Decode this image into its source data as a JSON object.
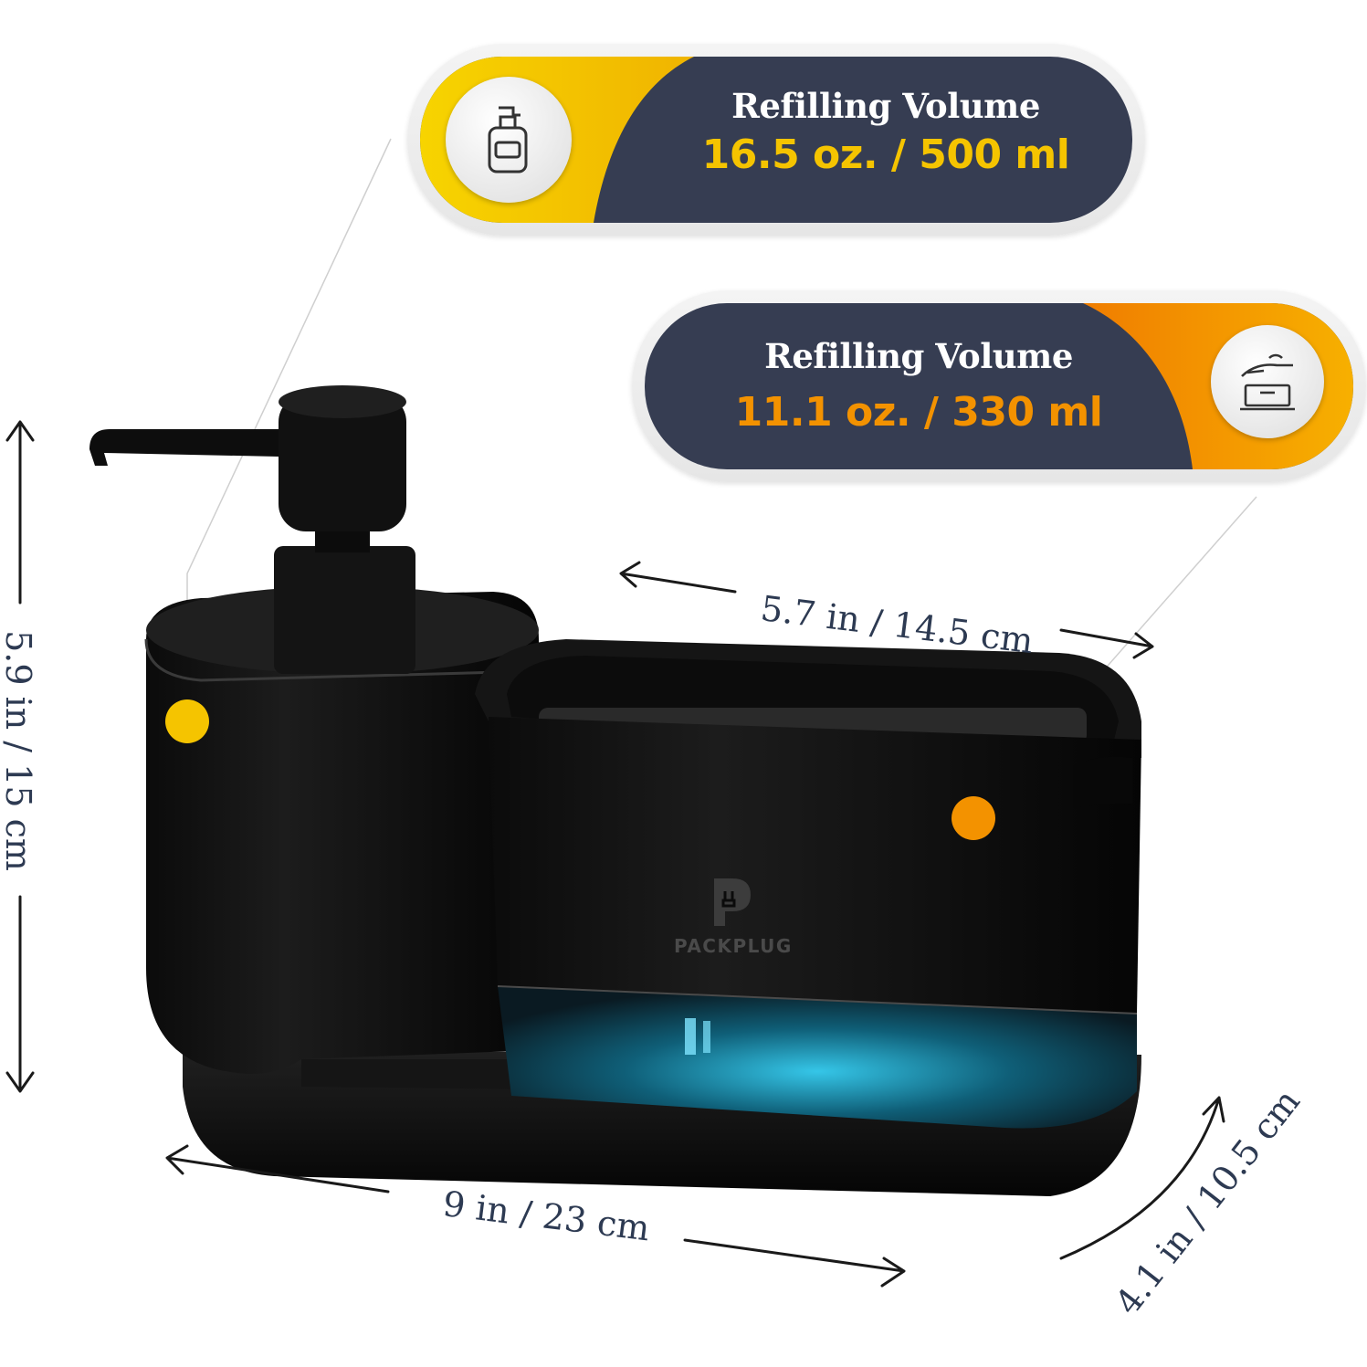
{
  "callouts": [
    {
      "title": "Refilling Volume",
      "value": "16.5 oz. / 500 ml",
      "accent": "#f5c400",
      "icon": "soap-bottle-icon"
    },
    {
      "title": "Refilling Volume",
      "value": "11.1 oz. / 330 ml",
      "accent": "#f39200",
      "icon": "hand-sponge-icon"
    }
  ],
  "dimensions": {
    "height": "5.9 in / 15 cm",
    "caddy_width": "5.7 in / 14.5 cm",
    "total_width": "9 in / 23 cm",
    "depth": "4.1 in / 10.5 cm"
  },
  "product": {
    "brand": "PACKPLUG"
  },
  "colors": {
    "panel": "#363d52",
    "text_dim": "#2d3a52",
    "dot_yellow": "#f5c400",
    "dot_orange": "#f39200"
  }
}
